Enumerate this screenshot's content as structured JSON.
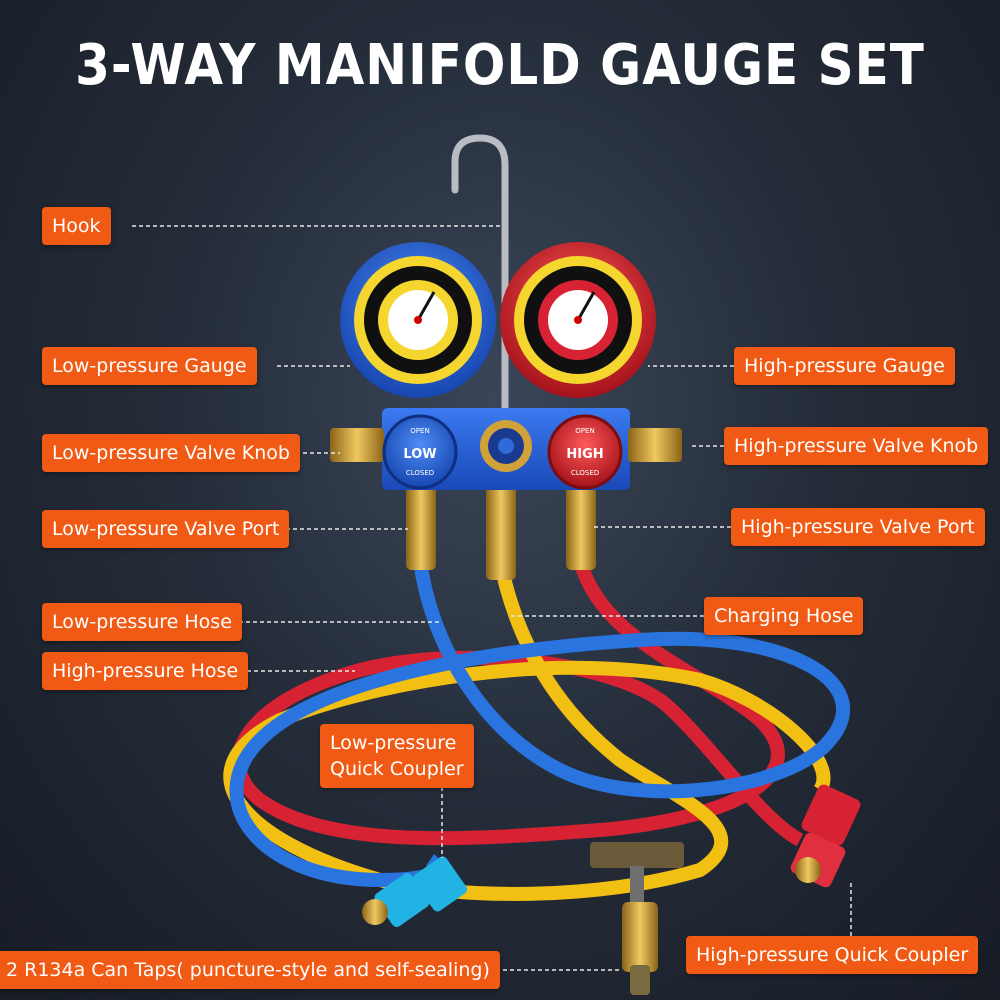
{
  "title": "3-WAY MANIFOLD GAUGE SET",
  "labels": {
    "hook": "Hook",
    "low_gauge": "Low-pressure Gauge",
    "high_gauge": "High-pressure Gauge",
    "low_knob": "Low-pressure Valve Knob",
    "high_knob": "High-pressure Valve Knob",
    "low_port": "Low-pressure Valve Port",
    "high_port": "High-pressure Valve Port",
    "low_hose": "Low-pressure Hose",
    "charging_hose": "Charging Hose",
    "high_hose": "High-pressure Hose",
    "low_coupler_line1": "Low-pressure",
    "low_coupler_line2": "Quick Coupler",
    "high_coupler": "High-pressure Quick Coupler",
    "can_taps": "2 R134a Can Taps( puncture-style and self-sealing)"
  },
  "knobs": {
    "low_text": "LOW",
    "high_text": "HIGH",
    "open": "OPEN",
    "closed": "CLOSED"
  },
  "colors": {
    "accent": "#f05a14",
    "low_blue": "#1f5fd0",
    "high_red": "#d8202a",
    "charging_yellow": "#f2c012",
    "brass": "#c99a2e"
  }
}
